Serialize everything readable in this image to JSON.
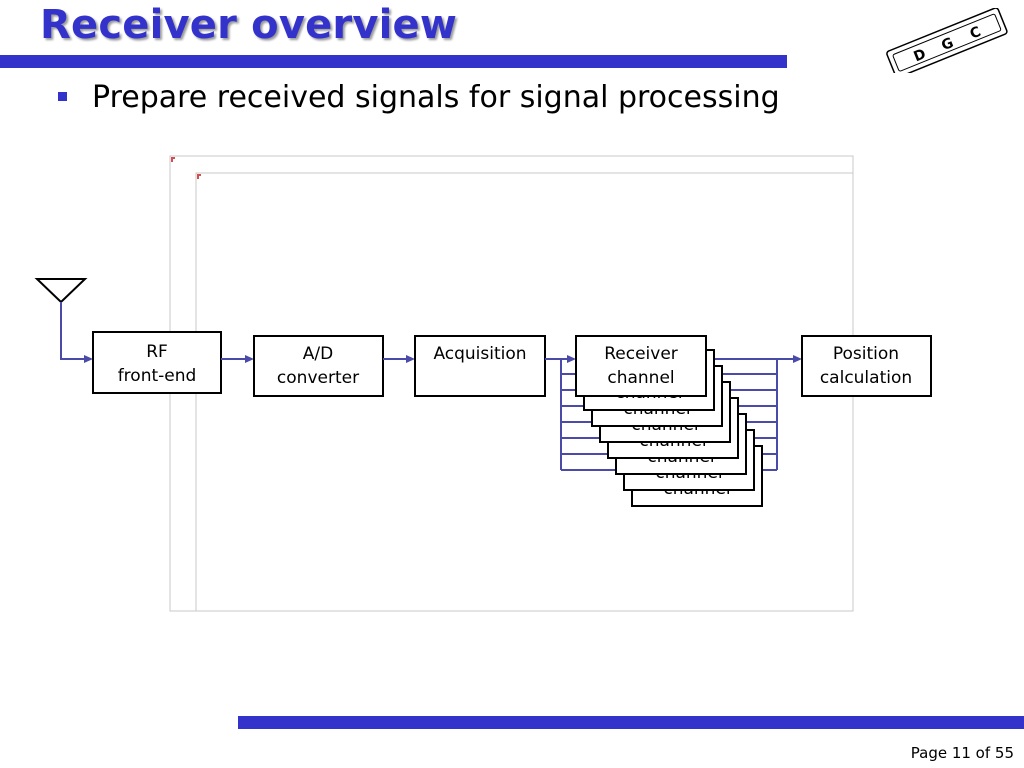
{
  "slide": {
    "title": "Receiver overview",
    "bullet": "Prepare received signals for signal processing",
    "page": "Page 11 of 55",
    "logo_letters": [
      "D",
      "G",
      "C"
    ]
  },
  "colors": {
    "accent": "#3333cc",
    "wire": "#4a4aa8"
  },
  "diagram": {
    "icons": [
      "antenna-icon"
    ],
    "blocks": {
      "rf_line1": "RF",
      "rf_line2": "front-end",
      "ad_line1": "A/D",
      "ad_line2": "converter",
      "acquisition": "Acquisition",
      "receiver_line1": "Receiver",
      "receiver_line2": "channel",
      "stack_label": "channel",
      "position_line1": "Position",
      "position_line2": "calculation"
    }
  }
}
